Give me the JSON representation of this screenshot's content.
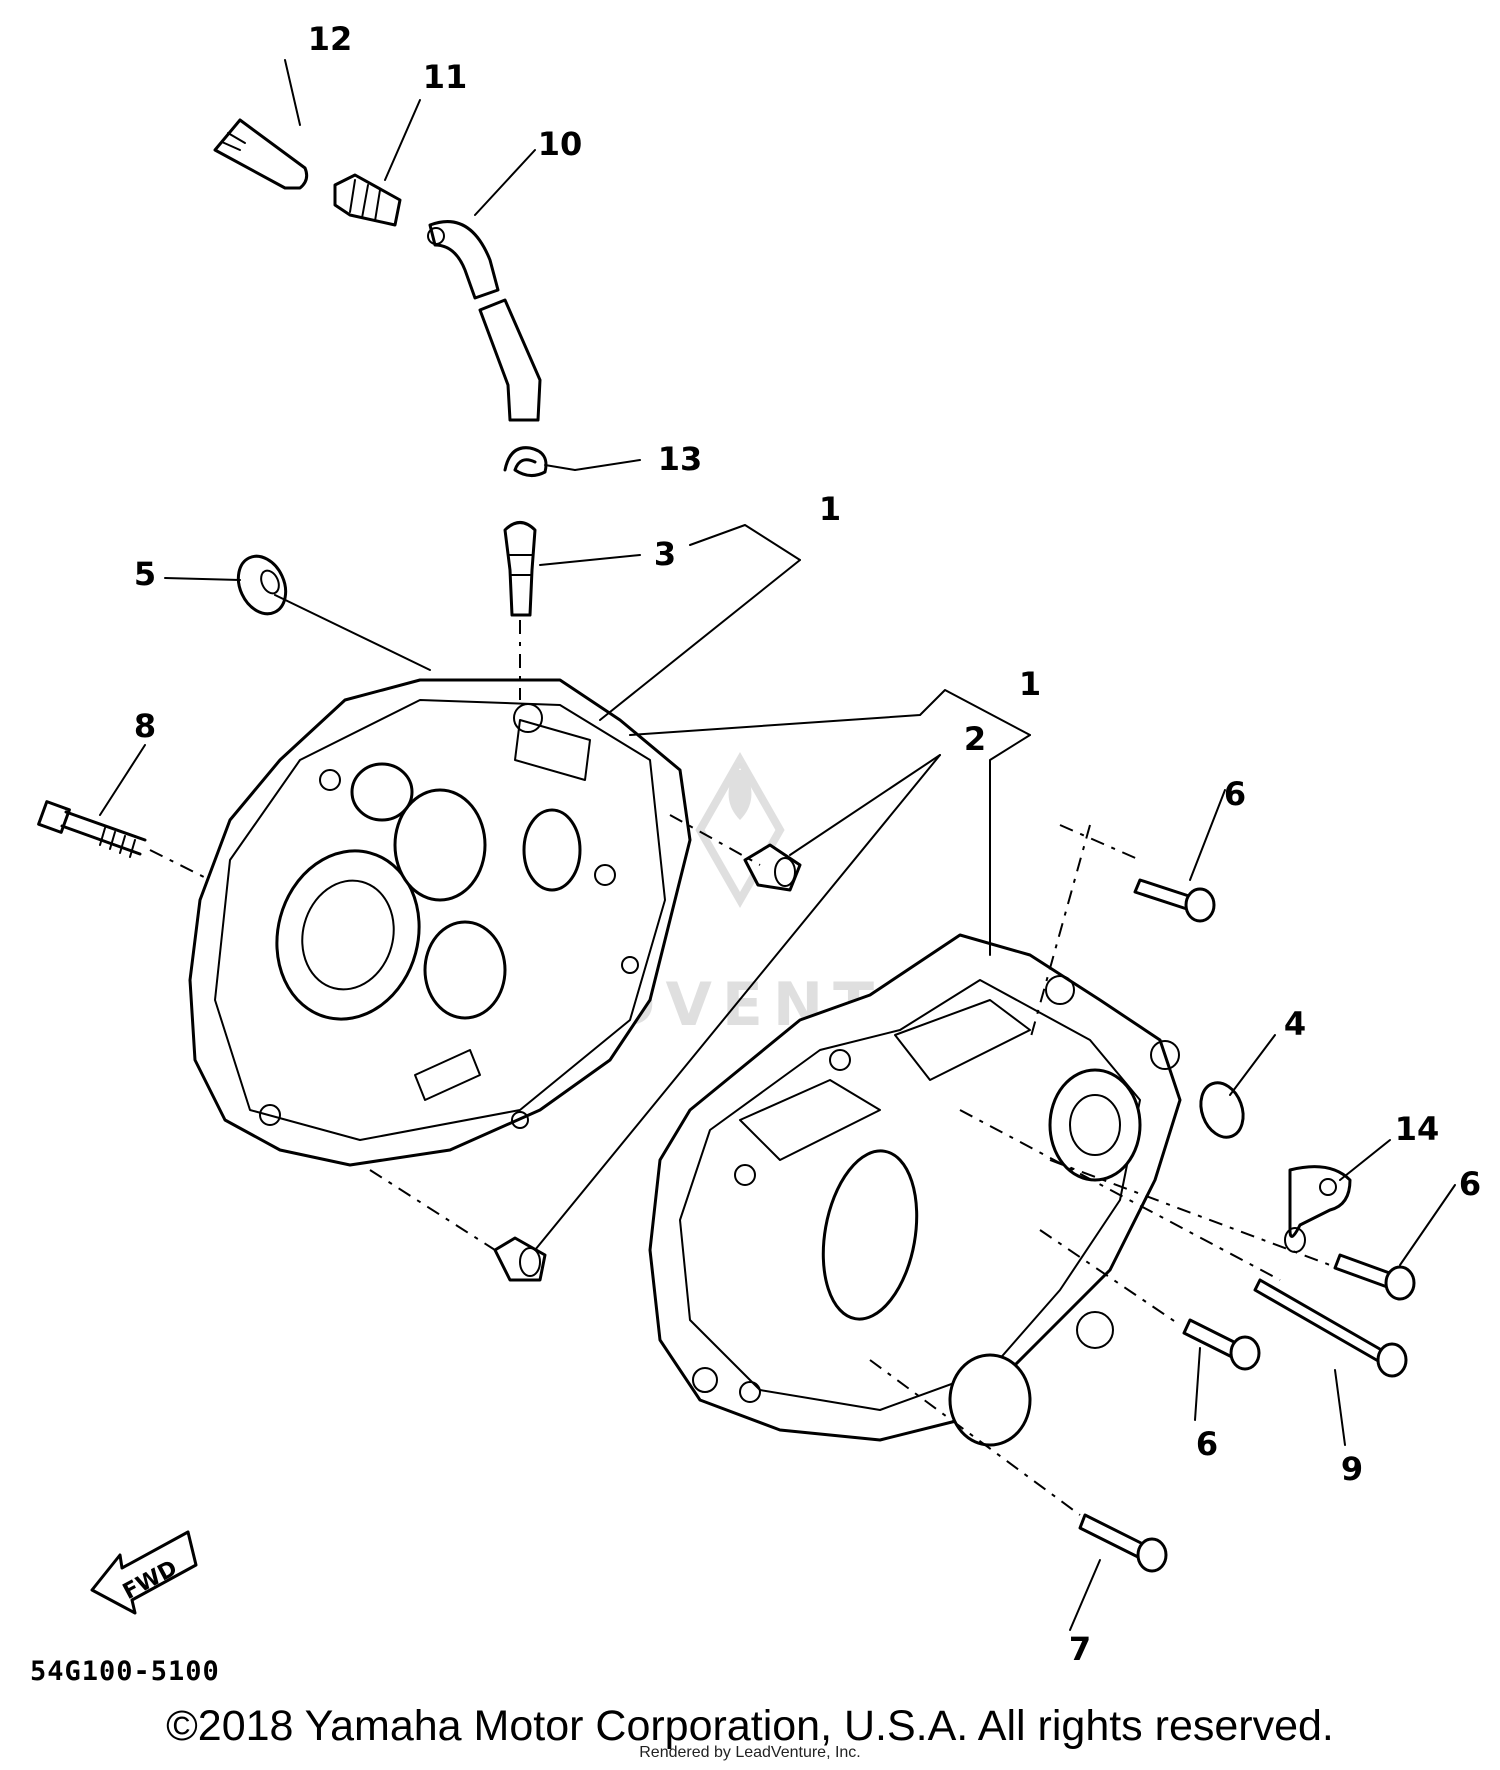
{
  "diagram": {
    "callouts": [
      "12",
      "11",
      "10",
      "13",
      "1",
      "3",
      "5",
      "1",
      "2",
      "8",
      "6",
      "4",
      "14",
      "6",
      "6",
      "9",
      "7"
    ],
    "fwd_label": "FWD",
    "drawing_code": "54G100-5100",
    "watermark_text": "LEADVENTURE"
  },
  "footer": {
    "copyright": "©2018 Yamaha Motor Corporation, U.S.A. All rights reserved.",
    "rendered_by": "Rendered by LeadVenture, Inc."
  }
}
